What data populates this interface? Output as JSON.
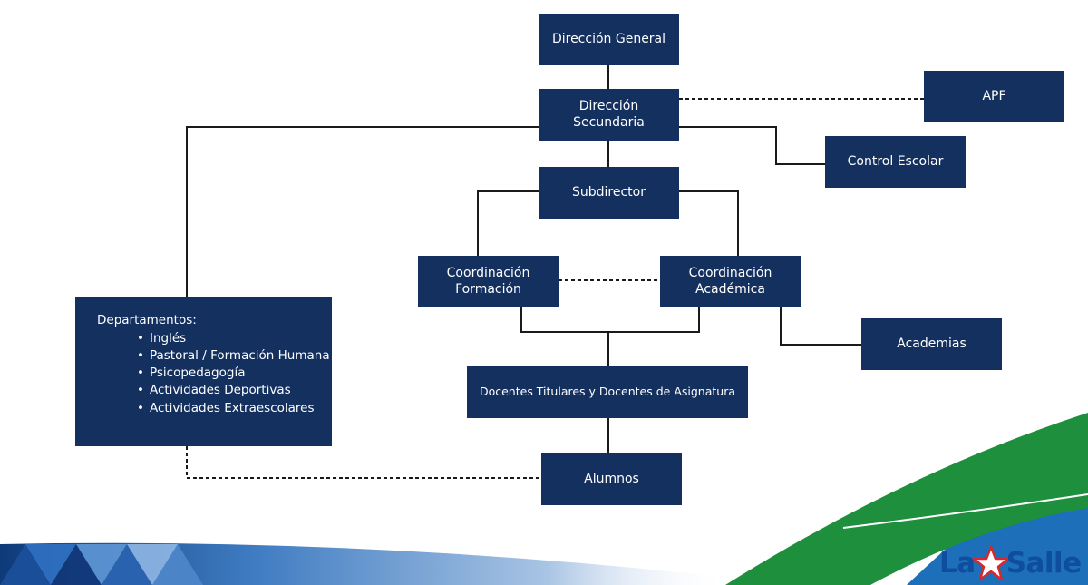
{
  "nodes": {
    "direccion_general": "Dirección General",
    "direccion_secundaria": "Dirección Secundaria",
    "apf": "APF",
    "control_escolar": "Control Escolar",
    "subdirector": "Subdirector",
    "coordinacion_formacion": [
      "Coordinación",
      "Formación"
    ],
    "coordinacion_academica": [
      "Coordinación",
      "Académica"
    ],
    "academias": "Academias",
    "docentes": "Docentes Titulares y Docentes de Asignatura",
    "alumnos": "Alumnos",
    "departamentos": {
      "title": "Departamentos:",
      "items": [
        "Inglés",
        "Pastoral / Formación Humana",
        "Psicopedagogía",
        "Actividades Deportivas",
        "Actividades Extraescolares"
      ]
    }
  },
  "logo": {
    "text_left": "La",
    "text_right": "Salle"
  },
  "colors": {
    "box": "#14305f",
    "box_text": "#ffffff",
    "connector": "#1a1a1a",
    "logo_blue": "#0f4d9e",
    "star_red": "#d7282f",
    "band_green": "#1e8f3c",
    "band_blue": "#1c6fb8"
  }
}
